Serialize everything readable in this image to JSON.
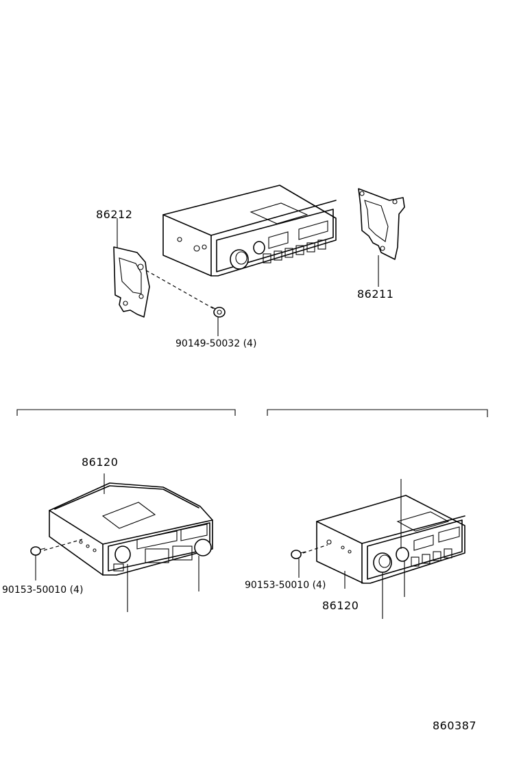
{
  "labels": {
    "bracket_left": "86212",
    "bracket_right": "86211",
    "bolt_top": "90149-50032 (4)",
    "radio_left": "86120",
    "bolt_left": "90153-50010 (4)",
    "radio_right": "86120",
    "bolt_right": "90153-50010 (4)",
    "diagram_code": "860387"
  }
}
